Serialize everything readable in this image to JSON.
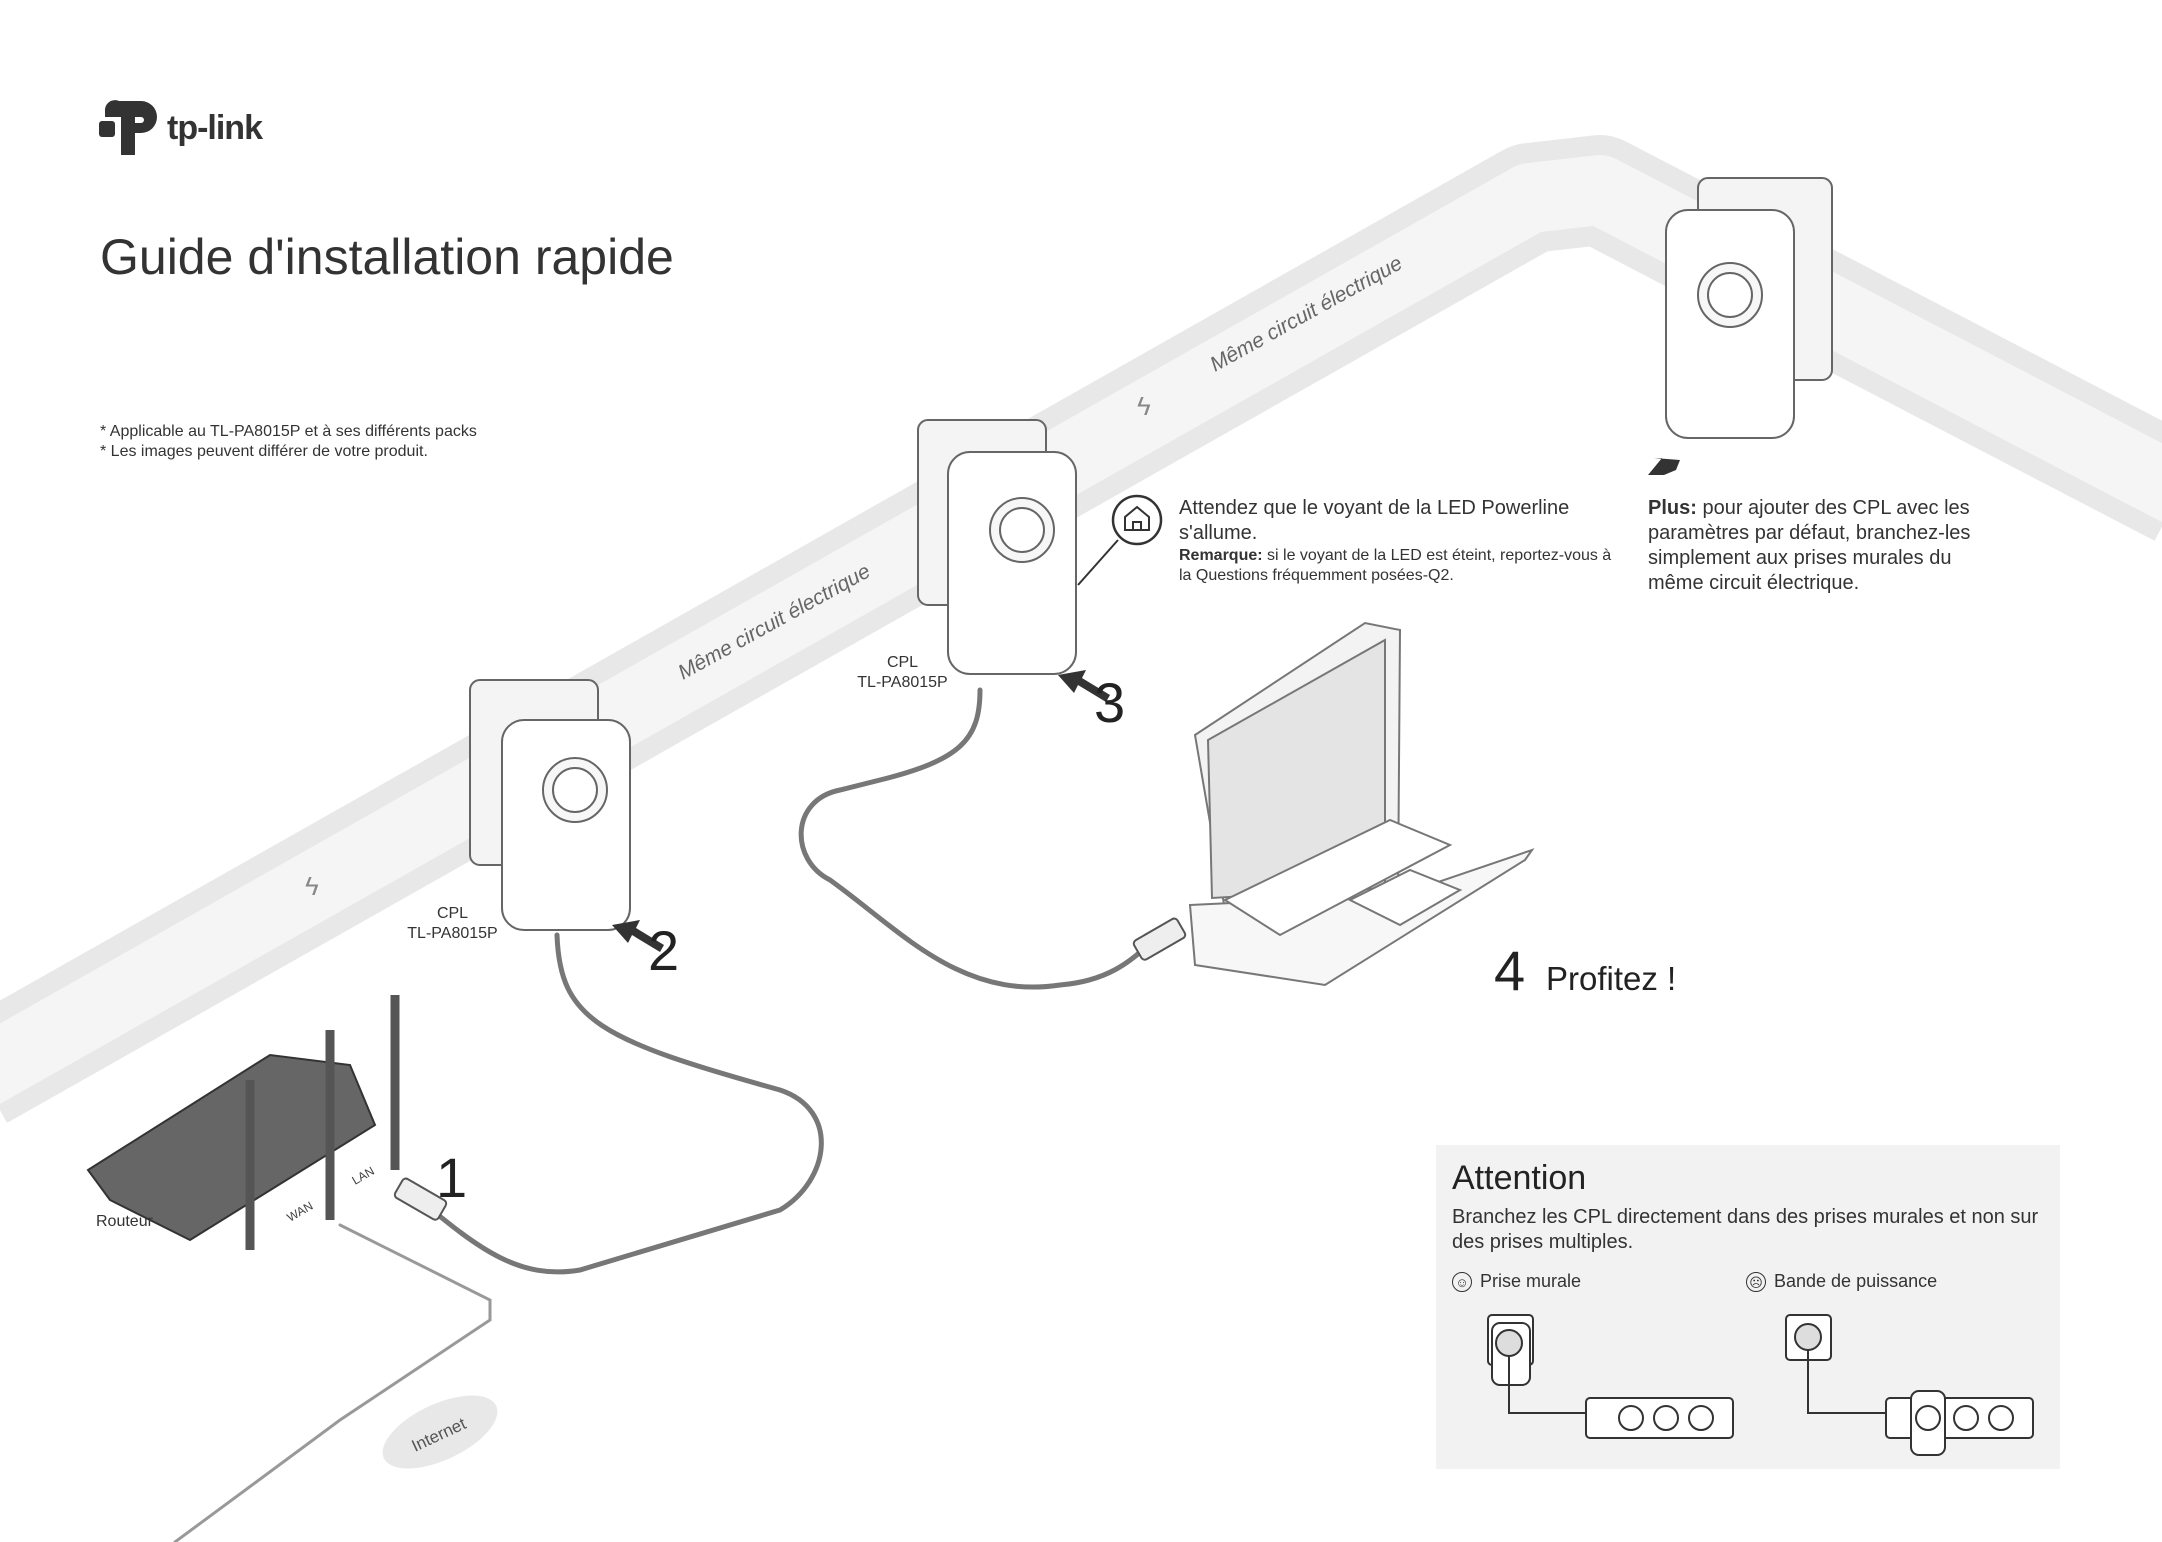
{
  "brand": {
    "logo_text": "tp-link"
  },
  "title": "Guide d'installation rapide",
  "notes": [
    "* Applicable au TL-PA8015P et à ses différents packs",
    "* Les images peuvent différer de votre produit."
  ],
  "band_labels": [
    "Même circuit électrique",
    "Même circuit électrique"
  ],
  "devices": {
    "cpl1": {
      "line1": "CPL",
      "line2": "TL-PA8015P"
    },
    "cpl2": {
      "line1": "CPL",
      "line2": "TL-PA8015P"
    },
    "router": "Routeur",
    "router_ports": {
      "wan": "WAN",
      "lan": "LAN"
    },
    "internet": "Internet"
  },
  "steps": {
    "s1": "1",
    "s2": "2",
    "s3": "3",
    "s4": "4",
    "s4_text": "Profitez !"
  },
  "led_info": {
    "main": "Attendez que le voyant de la LED Powerline s'allume.",
    "remark_label": "Remarque:",
    "remark_text": " si le voyant de la LED est éteint, reportez-vous à la Questions fréquemment posées-Q2."
  },
  "plus_info": {
    "label": "Plus:",
    "text": " pour ajouter des CPL avec les paramètres par défaut, branchez-les simplement aux prises murales du même circuit électrique."
  },
  "attention": {
    "title": "Attention",
    "text": "Branchez les CPL directement dans des prises murales et non sur des prises multiples.",
    "good": "Prise murale",
    "bad": "Bande de puissance"
  },
  "colors": {
    "band": "#e8e8e8",
    "text": "#333333",
    "panel": "#f2f2f2"
  }
}
